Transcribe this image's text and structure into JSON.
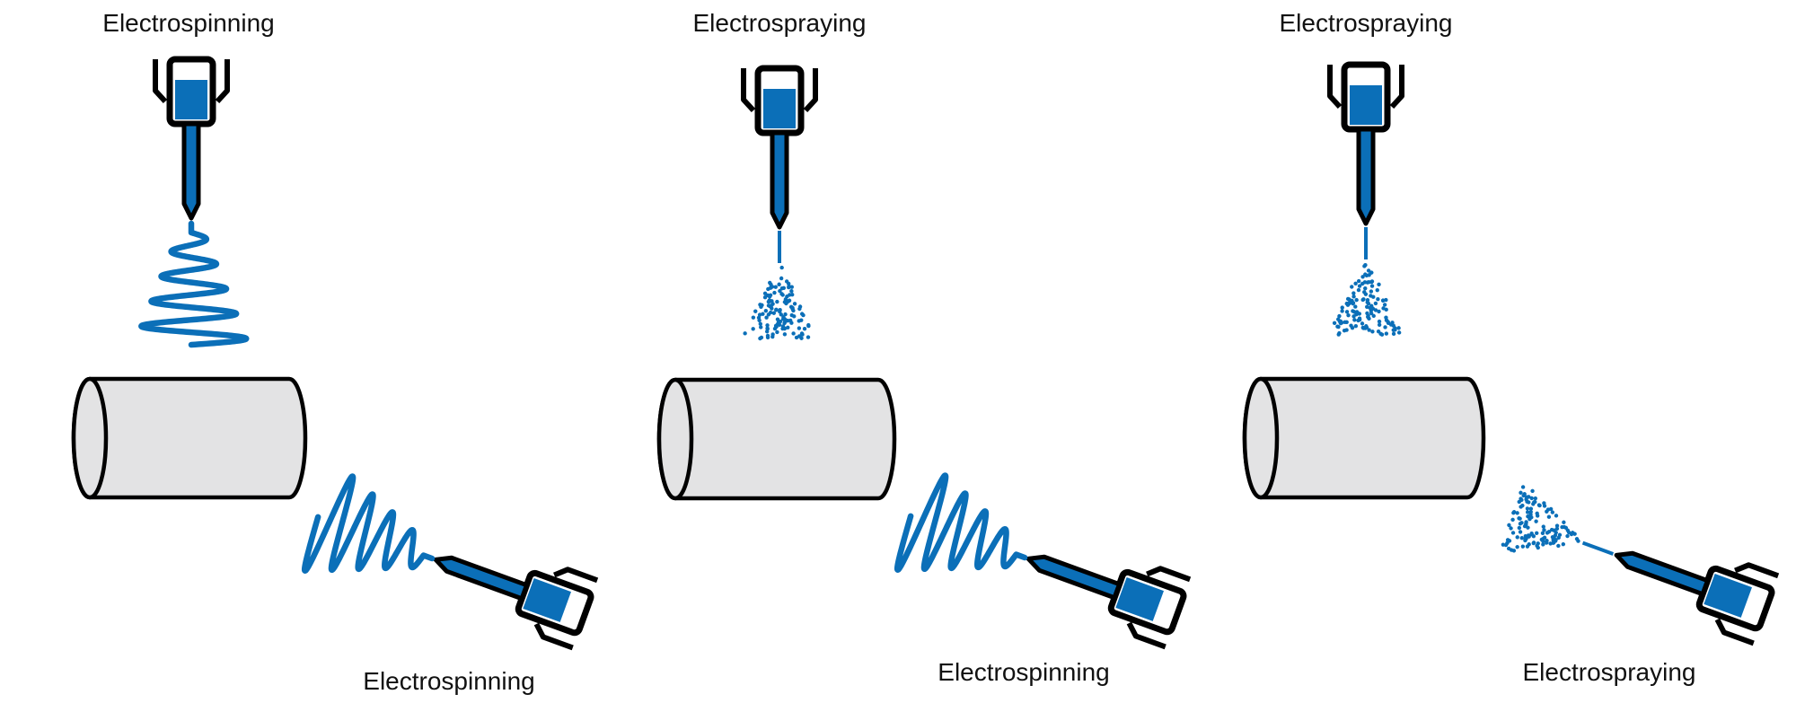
{
  "panels": [
    {
      "top_label": "Electrospinning",
      "bottom_label": "Electrospinning",
      "top_mode": "spinning",
      "bottom_mode": "spinning"
    },
    {
      "top_label": "Electrospraying",
      "bottom_label": "Electrospinning",
      "top_mode": "spraying",
      "bottom_mode": "spinning"
    },
    {
      "top_label": "Electrospraying",
      "bottom_label": "Electrospraying",
      "top_mode": "spraying",
      "bottom_mode": "spraying"
    }
  ],
  "colors": {
    "fluid": "#0b6fb8",
    "outline": "#000000",
    "drum": "#e3e3e4"
  }
}
